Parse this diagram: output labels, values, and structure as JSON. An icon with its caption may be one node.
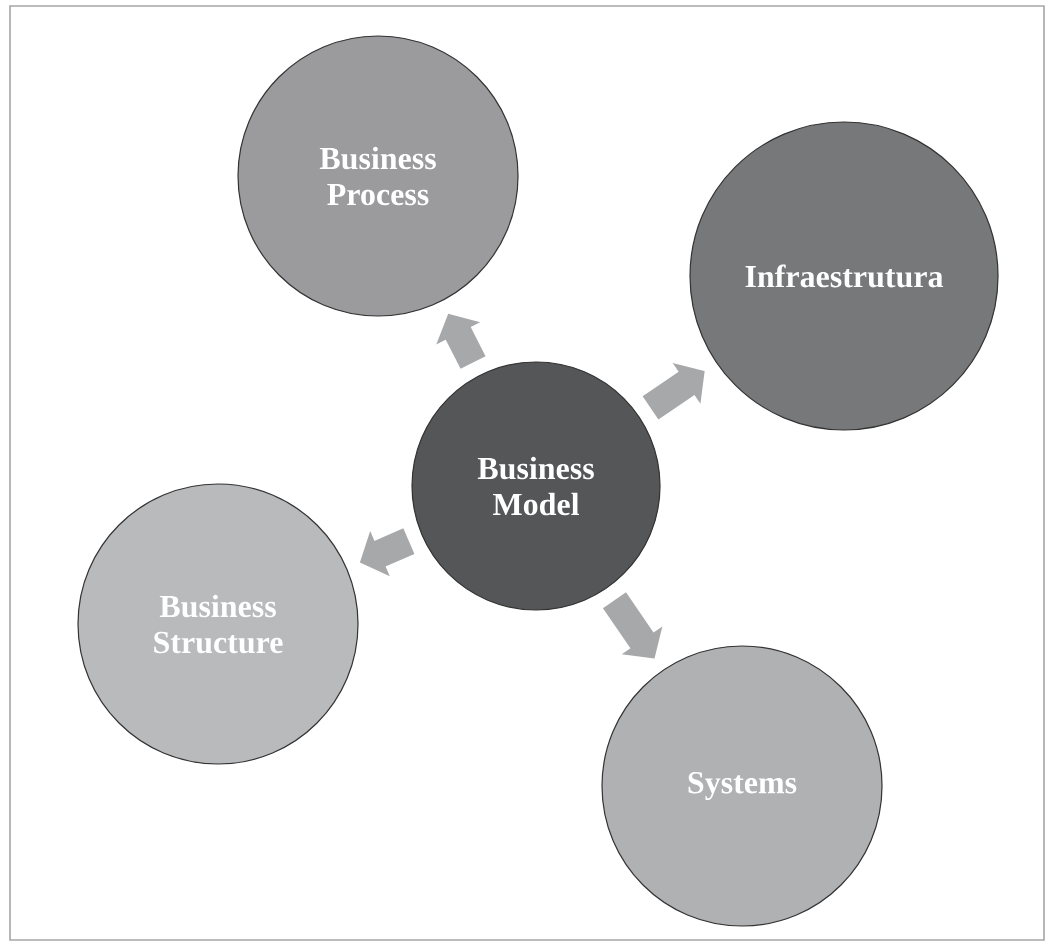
{
  "diagram": {
    "nodes": [
      {
        "text": [
          "Business Process"
        ]
      },
      {
        "text": [
          "Infraestrutura"
        ]
      },
      {
        "text": [
          "Business Model"
        ]
      },
      {
        "text": [
          "Business Structure"
        ]
      },
      {
        "text": [
          "Systems"
        ]
      }
    ],
    "edges": [
      {
        "from": 2,
        "to": 0,
        "arrow": "to"
      },
      {
        "from": 2,
        "to": 1,
        "arrow": "to"
      },
      {
        "from": 2,
        "to": 3,
        "arrow": "to"
      },
      {
        "from": 2,
        "to": 4,
        "arrow": "to"
      }
    ]
  }
}
